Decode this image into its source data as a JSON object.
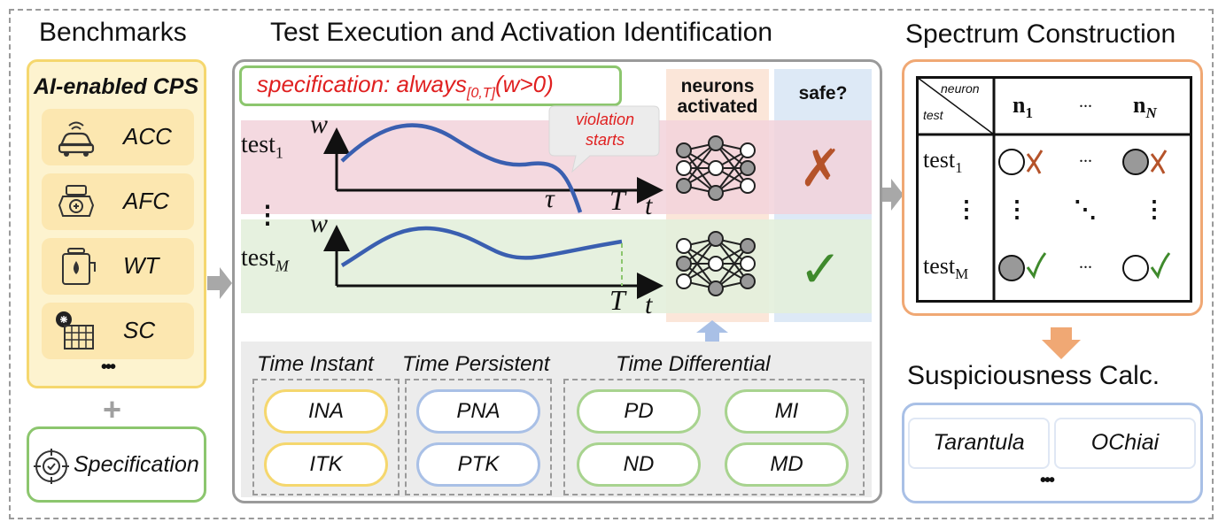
{
  "sections": {
    "benchmarks_title": "Benchmarks",
    "execution_title": "Test Execution and Activation Identification",
    "spectrum_title": "Spectrum Construction",
    "suspiciousness_title": "Suspiciousness Calc."
  },
  "benchmarks": {
    "header": "AI-enabled CPS",
    "items": [
      {
        "label": "ACC",
        "icon": "car-sensor-icon"
      },
      {
        "label": "AFC",
        "icon": "engine-icon"
      },
      {
        "label": "WT",
        "icon": "water-tank-icon"
      },
      {
        "label": "SC",
        "icon": "solar-cooling-icon"
      }
    ],
    "more": "•••",
    "plus": "+",
    "specification": "Specification"
  },
  "execution": {
    "spec_prefix": "specification: always",
    "spec_sub": "[0,T]",
    "spec_suffix": "(w>0)",
    "neurons_header_line1": "neurons",
    "neurons_header_line2": "activated",
    "safe_header": "safe?",
    "test1_label": "test",
    "test1_sub": "1",
    "testM_label": "test",
    "testM_sub": "M",
    "axis_w": "w",
    "axis_t": "t",
    "axis_T": "T",
    "tau": "τ",
    "violation_line1": "violation",
    "violation_line2": "starts",
    "vdots": "⋮",
    "test1_verdict": "✗",
    "testM_verdict": "✓"
  },
  "criteria": {
    "time_instant": "Time Instant",
    "time_persistent": "Time Persistent",
    "time_differential": "Time Differential",
    "instant_items": [
      "INA",
      "ITK"
    ],
    "persistent_items": [
      "PNA",
      "PTK"
    ],
    "differential_items": [
      "PD",
      "MI",
      "ND",
      "MD"
    ]
  },
  "spectrum": {
    "corner_top": "neuron",
    "corner_bottom": "test",
    "col1": "n",
    "col1_sub": "1",
    "colmid": "...",
    "colN": "n",
    "colN_sub": "N",
    "row1": "test",
    "row1_sub": "1",
    "rowM": "test",
    "rowM_sub": "M",
    "hdots": "...",
    "vdots": "⋮",
    "ddots": "⋱"
  },
  "suspiciousness": {
    "methods": [
      "Tarantula",
      "OChiai"
    ],
    "more": "•••"
  },
  "colors": {
    "outer_border": "#9a9a9a",
    "bench_border": "#f5d76e",
    "bench_fill": "#fdf3cf",
    "item_fill": "#fce7b0",
    "spec_border": "#8cc66e",
    "test1_band": "#f2d2da",
    "testM_band": "#e3efdb",
    "curve": "#3a5fb0",
    "violation_red": "#e02020",
    "neurons_col": "#fbe6d9",
    "safe_col": "#dde9f6",
    "spectrum_border": "#f0a874",
    "suspicious_border": "#a9c0e6",
    "cross": "#b5532a",
    "check": "#3f8a2c",
    "arrow": "#a8a8a8"
  }
}
